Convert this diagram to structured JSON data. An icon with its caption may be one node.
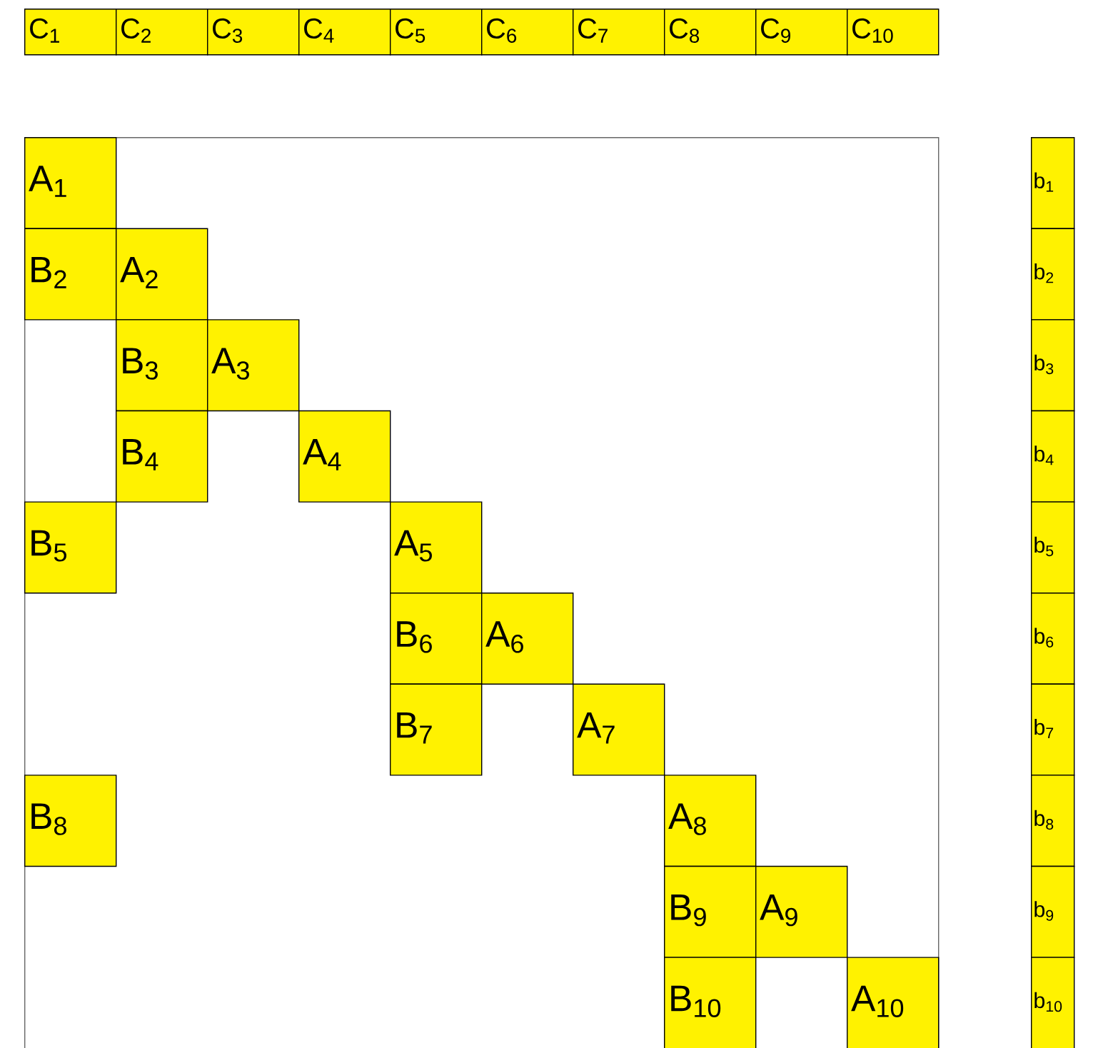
{
  "diagram": {
    "nodes": [
      {
        "text": [
          "C$_{1}$"
        ]
      },
      {
        "text": [
          "C$_{2}$"
        ]
      },
      {
        "text": [
          "C$_{3}$"
        ]
      },
      {
        "text": [
          "C$_{4}$"
        ]
      },
      {
        "text": [
          "C$_{5}$"
        ]
      },
      {
        "text": [
          "C$_{6}$"
        ]
      },
      {
        "text": [
          "C$_{7}$"
        ]
      },
      {
        "text": [
          "C$_{8}$"
        ]
      },
      {
        "text": [
          "C$_{9}$"
        ]
      },
      {
        "text": [
          "C$_{10}$"
        ]
      },
      {
        "text": [],
        "shape": "box"
      },
      {
        "text": [
          "A$_{1}$"
        ],
        "in": 10
      },
      {
        "text": [
          "B$_{2}$"
        ],
        "in": 10
      },
      {
        "text": [
          "A$_{2}$"
        ],
        "in": 10
      },
      {
        "text": [
          "B$_{3}$"
        ],
        "in": 10
      },
      {
        "text": [
          "A$_{3}$"
        ],
        "in": 10
      },
      {
        "text": [
          "B$_{4}$"
        ],
        "in": 10
      },
      {
        "text": [
          "A$_{4}$"
        ],
        "in": 10
      },
      {
        "text": [
          "B$_{5}$"
        ],
        "in": 10
      },
      {
        "text": [
          "A$_{5}$"
        ],
        "in": 10
      },
      {
        "text": [
          "B$_{6}$"
        ],
        "in": 10
      },
      {
        "text": [
          "A$_{6}$"
        ],
        "in": 10
      },
      {
        "text": [
          "B$_{7}$"
        ],
        "in": 10
      },
      {
        "text": [
          "A$_{7}$"
        ],
        "in": 10
      },
      {
        "text": [
          "B$_{8}$"
        ],
        "in": 10
      },
      {
        "text": [
          "A$_{8}$"
        ],
        "in": 10
      },
      {
        "text": [
          "B$_{9}$"
        ],
        "in": 10
      },
      {
        "text": [
          "A$_{9}$"
        ],
        "in": 10
      },
      {
        "text": [
          "B$_{10}$"
        ],
        "in": 10
      },
      {
        "text": [
          "A$_{10}$"
        ],
        "in": 10
      },
      {
        "text": [
          "b$_{1}$"
        ]
      },
      {
        "text": [
          "b$_{2}$"
        ]
      },
      {
        "text": [
          "b$_{3}$"
        ]
      },
      {
        "text": [
          "b$_{4}$"
        ]
      },
      {
        "text": [
          "b$_{5}$"
        ]
      },
      {
        "text": [
          "b$_{6}$"
        ]
      },
      {
        "text": [
          "b$_{7}$"
        ]
      },
      {
        "text": [
          "b$_{8}$"
        ]
      },
      {
        "text": [
          "b$_{9}$"
        ]
      },
      {
        "text": [
          "b$_{10}$"
        ]
      }
    ]
  }
}
